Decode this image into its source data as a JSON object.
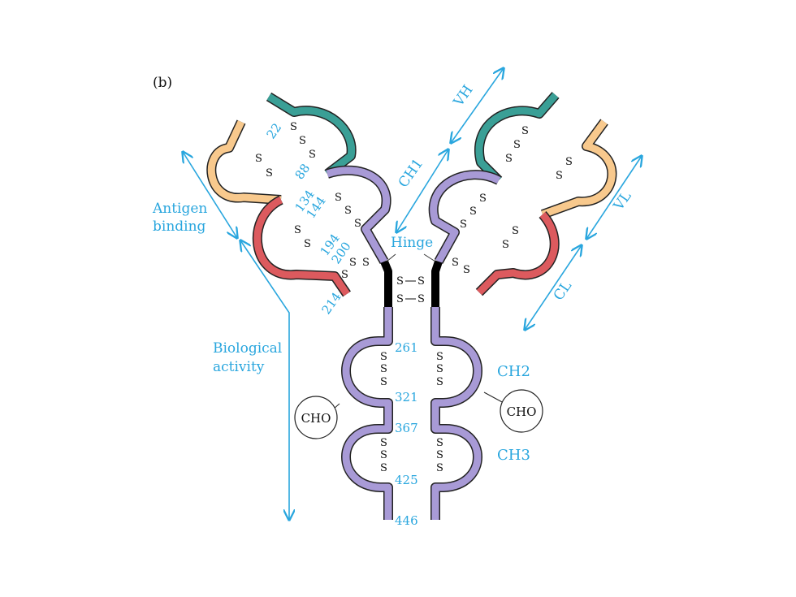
{
  "figure": {
    "panel_label": "(b)",
    "labels": {
      "antigen_binding_line1": "Antigen",
      "antigen_binding_line2": "binding",
      "biological_line1": "Biological",
      "biological_line2": "activity",
      "hinge": "Hinge",
      "vh": "VH",
      "vl": "VL",
      "ch1": "CH1",
      "ch2": "CH2",
      "ch3": "CH3",
      "cl": "CL",
      "cho_left": "CHO",
      "cho_right": "CHO"
    },
    "residue_numbers": {
      "n22": "22",
      "n88": "88",
      "n134": "134",
      "n144": "144",
      "n194": "194",
      "n200": "200",
      "n214": "214",
      "n261": "261",
      "n321": "321",
      "n367": "367",
      "n425": "425",
      "n446": "446"
    },
    "disulfide": "S",
    "colors": {
      "accent_blue": "#29a6de",
      "vh_teal": "#3a9f96",
      "ch_purple": "#a89ad6",
      "vl_orange": "#f8c98d",
      "cl_red": "#dc5a5e",
      "hinge_black": "#000000"
    }
  }
}
